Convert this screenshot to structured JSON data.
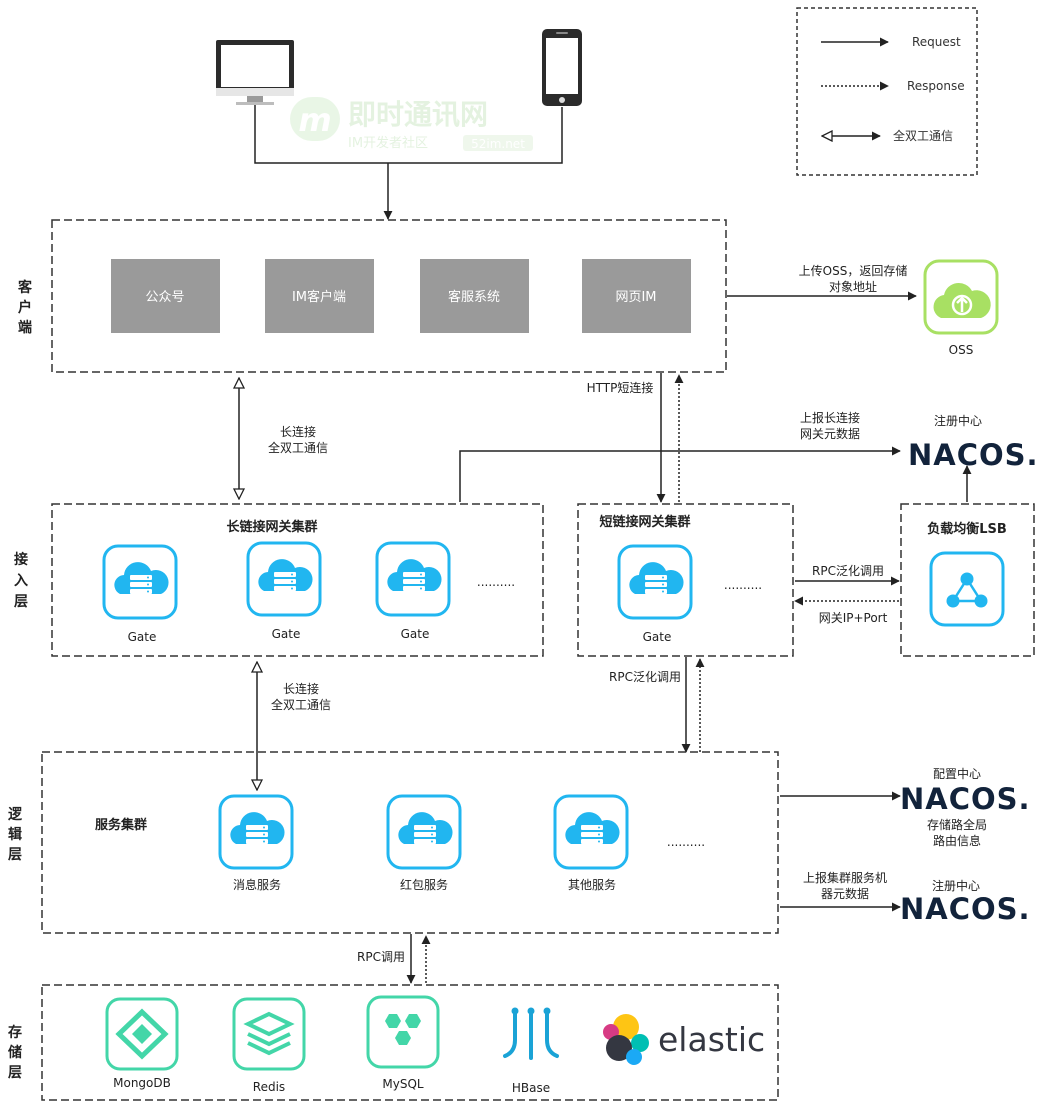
{
  "legend": {
    "request": "Request",
    "response": "Response",
    "duplex": "全双工通信"
  },
  "watermark": {
    "logo_letter": "m",
    "title": "即时通讯网",
    "subtitle": "IM开发者社区",
    "site": "52im.net"
  },
  "layers": {
    "client": "客户端",
    "access": "接入层",
    "logic": "逻辑层",
    "storage": "存储层"
  },
  "client": {
    "items": [
      "公众号",
      "IM客户端",
      "客服系统",
      "网页IM"
    ]
  },
  "oss": {
    "upload_label_1": "上传OSS，返回存储",
    "upload_label_2": "对象地址",
    "name": "OSS"
  },
  "links": {
    "http_short": "HTTP短连接",
    "long_conn": "长连接",
    "duplex": "全双工通信",
    "report_line_1": "上报长连接",
    "report_line_2": "网关元数据",
    "rpc_generic": "RPC泛化调用",
    "gateway_ip_port": "网关IP+Port",
    "rpc_call": "RPC调用",
    "store_route_1": "存储路全局",
    "store_route_2": "路由信息",
    "report_cluster_1": "上报集群服务机",
    "report_cluster_2": "器元数据"
  },
  "nacos": {
    "logo": "NACOS.",
    "registry": "注册中心",
    "config": "配置中心"
  },
  "access": {
    "long_cluster_title": "长链接网关集群",
    "short_cluster_title": "短链接网关集群",
    "gate": "Gate",
    "ellipsis": "..........",
    "lb_title": "负载均衡LSB"
  },
  "logic": {
    "cluster_title": "服务集群",
    "services": [
      "消息服务",
      "红包服务",
      "其他服务"
    ]
  },
  "storage": {
    "mongodb": "MongoDB",
    "redis": "Redis",
    "mysql": "MySQL",
    "hbase": "HBase",
    "elastic": "elastic"
  },
  "colors": {
    "client_item_bg": "#9a9a9a",
    "cloud_blue": "#21b6f0",
    "storage_green": "#43d6a8",
    "oss_green": "#a8e063",
    "nacos_dark": "#12233b",
    "nacos_blue": "#3a8ee6"
  }
}
